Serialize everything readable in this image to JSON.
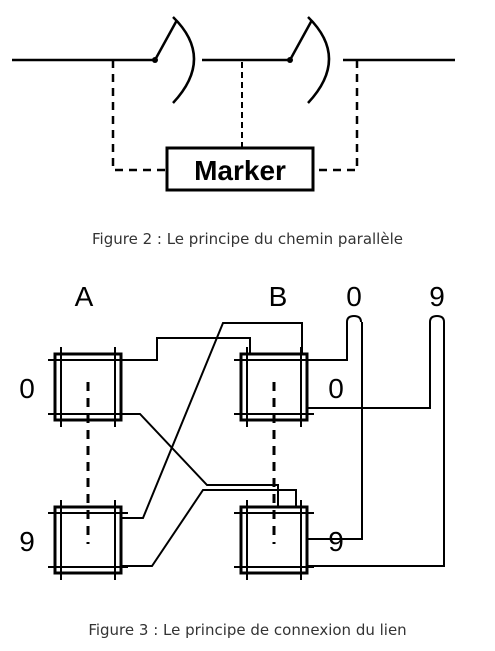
{
  "figure2": {
    "marker_label": "Marker",
    "caption": "Figure 2 : Le principe du chemin parallèle"
  },
  "figure3": {
    "label_a": "A",
    "label_b": "B",
    "label_0": "0",
    "label_9": "9",
    "row_0": "0",
    "row_9": "9",
    "b_row_0": "0",
    "b_row_9": "9",
    "caption": "Figure 3 : Le principe de connexion du lien"
  }
}
